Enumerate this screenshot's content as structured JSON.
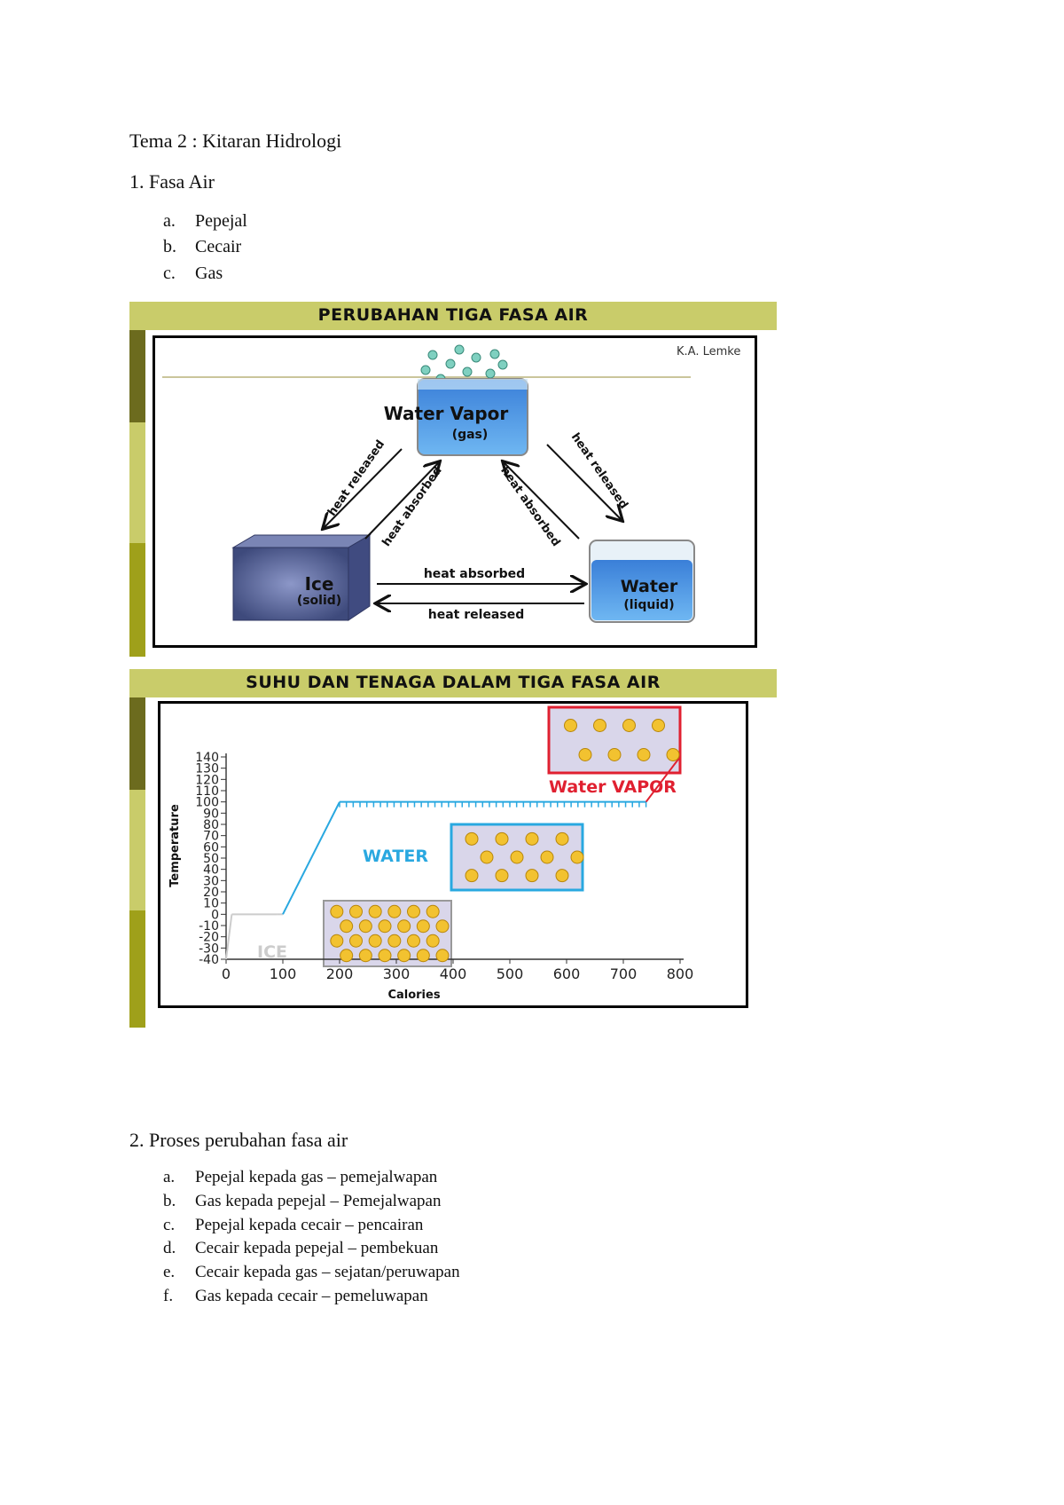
{
  "doc": {
    "title": "Tema 2 : Kitaran Hidrologi",
    "section1": "1. Fasa Air",
    "phases": [
      {
        "marker": "a.",
        "text": "Pepejal"
      },
      {
        "marker": "b.",
        "text": "Cecair"
      },
      {
        "marker": "c.",
        "text": "Gas"
      }
    ],
    "section2": "2. Proses perubahan fasa air",
    "processes": [
      {
        "marker": "a.",
        "text": "Pepejal kepada gas – pemejalwapan"
      },
      {
        "marker": "b.",
        "text": "Gas kepada pepejal – Pemejalwapan"
      },
      {
        "marker": "c.",
        "text": "Pepejal kepada cecair – pencairan"
      },
      {
        "marker": "d.",
        "text": "Cecair kepada pepejal – pembekuan"
      },
      {
        "marker": "e.",
        "text": "Cecair kepada gas – sejatan/peruwapan"
      },
      {
        "marker": "f.",
        "text": "Gas kepada cecair – pemeluwapan"
      }
    ]
  },
  "figure1": {
    "heading": "PERUBAHAN TIGA FASA AIR",
    "credit": "K.A. Lemke",
    "vapor_label": "Water Vapor",
    "vapor_sub": "(gas)",
    "ice_label": "Ice",
    "ice_sub": "(solid)",
    "water_label": "Water",
    "water_sub": "(liquid)",
    "arrow_ice_to_water": "heat absorbed",
    "arrow_water_to_ice": "heat released",
    "arrow_vapor_to_ice": "heat released",
    "arrow_ice_to_vapor": "heat absorbed",
    "arrow_water_to_vapor": "heat absorbed",
    "arrow_vapor_to_water": "heat released",
    "colors": {
      "band": "#c9cc6a",
      "water": "#3f8fe0",
      "ice": "#5a6aa0"
    }
  },
  "figure2": {
    "heading": "SUHU DAN TENAGA DALAM TIGA FASA AIR",
    "ice_label": "ICE",
    "water_label": "WATER",
    "vapor_label": "Water VAPOR",
    "colors": {
      "ice": "#cccccc",
      "water": "#29a8e0",
      "vapor": "#e02030"
    }
  },
  "chart_data": {
    "type": "line",
    "xlabel": "Calories",
    "ylabel": "Temperature",
    "xlim": [
      0,
      800
    ],
    "ylim": [
      -40,
      140
    ],
    "xticks": [
      0,
      100,
      200,
      300,
      400,
      500,
      600,
      700,
      800
    ],
    "yticks": [
      140,
      130,
      120,
      110,
      100,
      90,
      80,
      70,
      60,
      50,
      40,
      30,
      20,
      10,
      0,
      -10,
      -20,
      -30,
      -40
    ],
    "series": [
      {
        "x": [
          0,
          10,
          90,
          100,
          200,
          740,
          800
        ],
        "y": [
          -40,
          0,
          0,
          0,
          100,
          100,
          140
        ]
      }
    ]
  }
}
